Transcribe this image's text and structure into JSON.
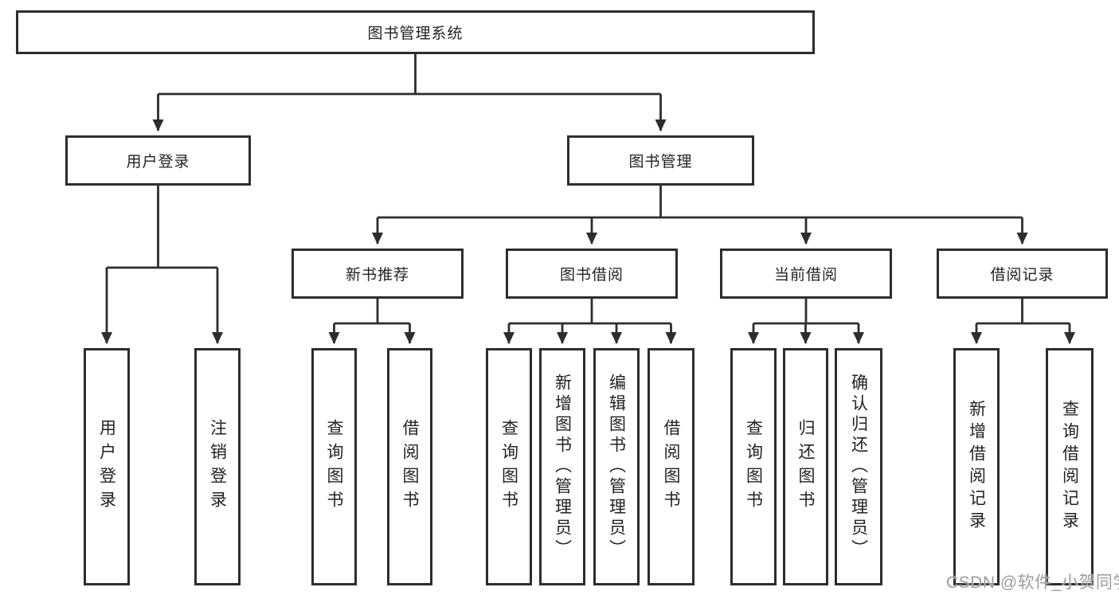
{
  "diagram": {
    "tree": {
      "label": "图书管理系统",
      "children": [
        {
          "label": "用户登录",
          "children": [
            {
              "label": "用户登录"
            },
            {
              "label": "注销登录"
            }
          ]
        },
        {
          "label": "图书管理",
          "children": [
            {
              "label": "新书推荐",
              "children": [
                {
                  "label": "查询图书"
                },
                {
                  "label": "借阅图书"
                }
              ]
            },
            {
              "label": "图书借阅",
              "children": [
                {
                  "label": "查询图书"
                },
                {
                  "label": "新增图书（管理员）"
                },
                {
                  "label": "编辑图书（管理员）"
                },
                {
                  "label": "借阅图书"
                }
              ]
            },
            {
              "label": "当前借阅",
              "children": [
                {
                  "label": "查询图书"
                },
                {
                  "label": "归还图书"
                },
                {
                  "label": "确认归还（管理员）"
                }
              ]
            },
            {
              "label": "借阅记录",
              "children": [
                {
                  "label": "新增借阅记录"
                },
                {
                  "label": "查询借阅记录"
                }
              ]
            }
          ]
        }
      ]
    },
    "colors": {
      "line": "#2d2d2d",
      "box_border": "#2d2d2d",
      "box_fill": "#ffffff",
      "text": "#222222",
      "watermark": "#9d9d9d"
    }
  },
  "watermark": {
    "text": "CSDN @软件_小贺同学"
  }
}
